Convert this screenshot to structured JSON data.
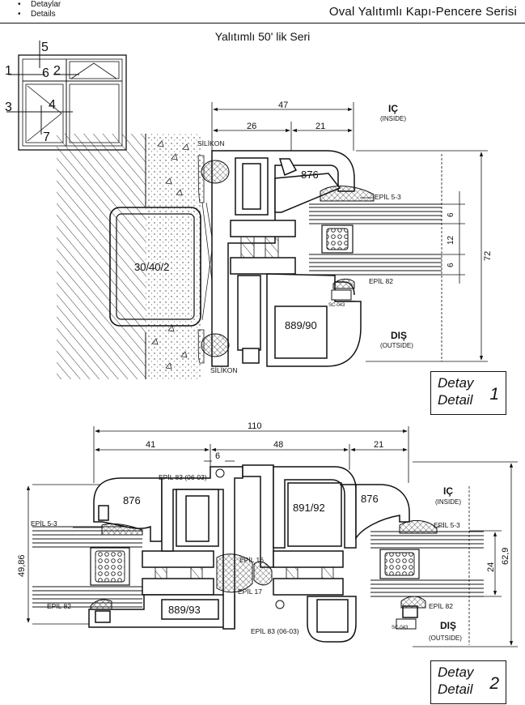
{
  "header": {
    "bullets": [
      "Detaylar",
      "Details"
    ],
    "series_title": "Oval Yalıtımlı Kapı-Pencere Serisi"
  },
  "subtitle": "Yalıtımlı 50' lik Seri",
  "key_plan": {
    "labels": [
      "5",
      "1",
      "6",
      "2",
      "3",
      "4",
      "7"
    ]
  },
  "detail1": {
    "dims": {
      "d47": "47",
      "d26": "26",
      "d21": "21",
      "d72": "72",
      "d6a": "6",
      "d12": "12",
      "d6b": "6"
    },
    "profiles": {
      "p876": "876",
      "p889_90": "889/90",
      "p30_40_2": "30/40/2"
    },
    "labels": {
      "silikon_top": "SİLİKON",
      "silikon_bottom": "SİLİKON",
      "epil53": "EPİL 5-3",
      "epil82": "EPİL 82",
      "sc043": "SC-043",
      "ic": "IÇ",
      "inside": "(INSIDE)",
      "dis": "DIŞ",
      "outside": "(OUTSIDE)"
    },
    "box": {
      "line1": "Detay",
      "line2": "Detail",
      "number": "1"
    }
  },
  "detail2": {
    "dims": {
      "d110": "110",
      "d41": "41",
      "d48": "48",
      "d21": "21",
      "d6": "6",
      "d4986": "49,86",
      "d24": "24",
      "d629": "62,9"
    },
    "profiles": {
      "p876l": "876",
      "p876r": "876",
      "p891_92": "891/92",
      "p889_93": "889/93"
    },
    "labels": {
      "epil83top": "EPİL 83 (06-03)",
      "epil53l": "EPİL 5-3",
      "epil53r": "EPİL 5-3",
      "epil16": "EPİL 16",
      "epil17": "EPİL 17",
      "epil82l": "EPİL 82",
      "epil82r": "EPİL 82",
      "epil83bot": "EPİL 83 (06-03)",
      "sc043": "SC-043",
      "ic": "IÇ",
      "inside": "(INSIDE)",
      "dis": "DIŞ",
      "outside": "(OUTSIDE)"
    },
    "box": {
      "line1": "Detay",
      "line2": "Detail",
      "number": "2"
    }
  }
}
